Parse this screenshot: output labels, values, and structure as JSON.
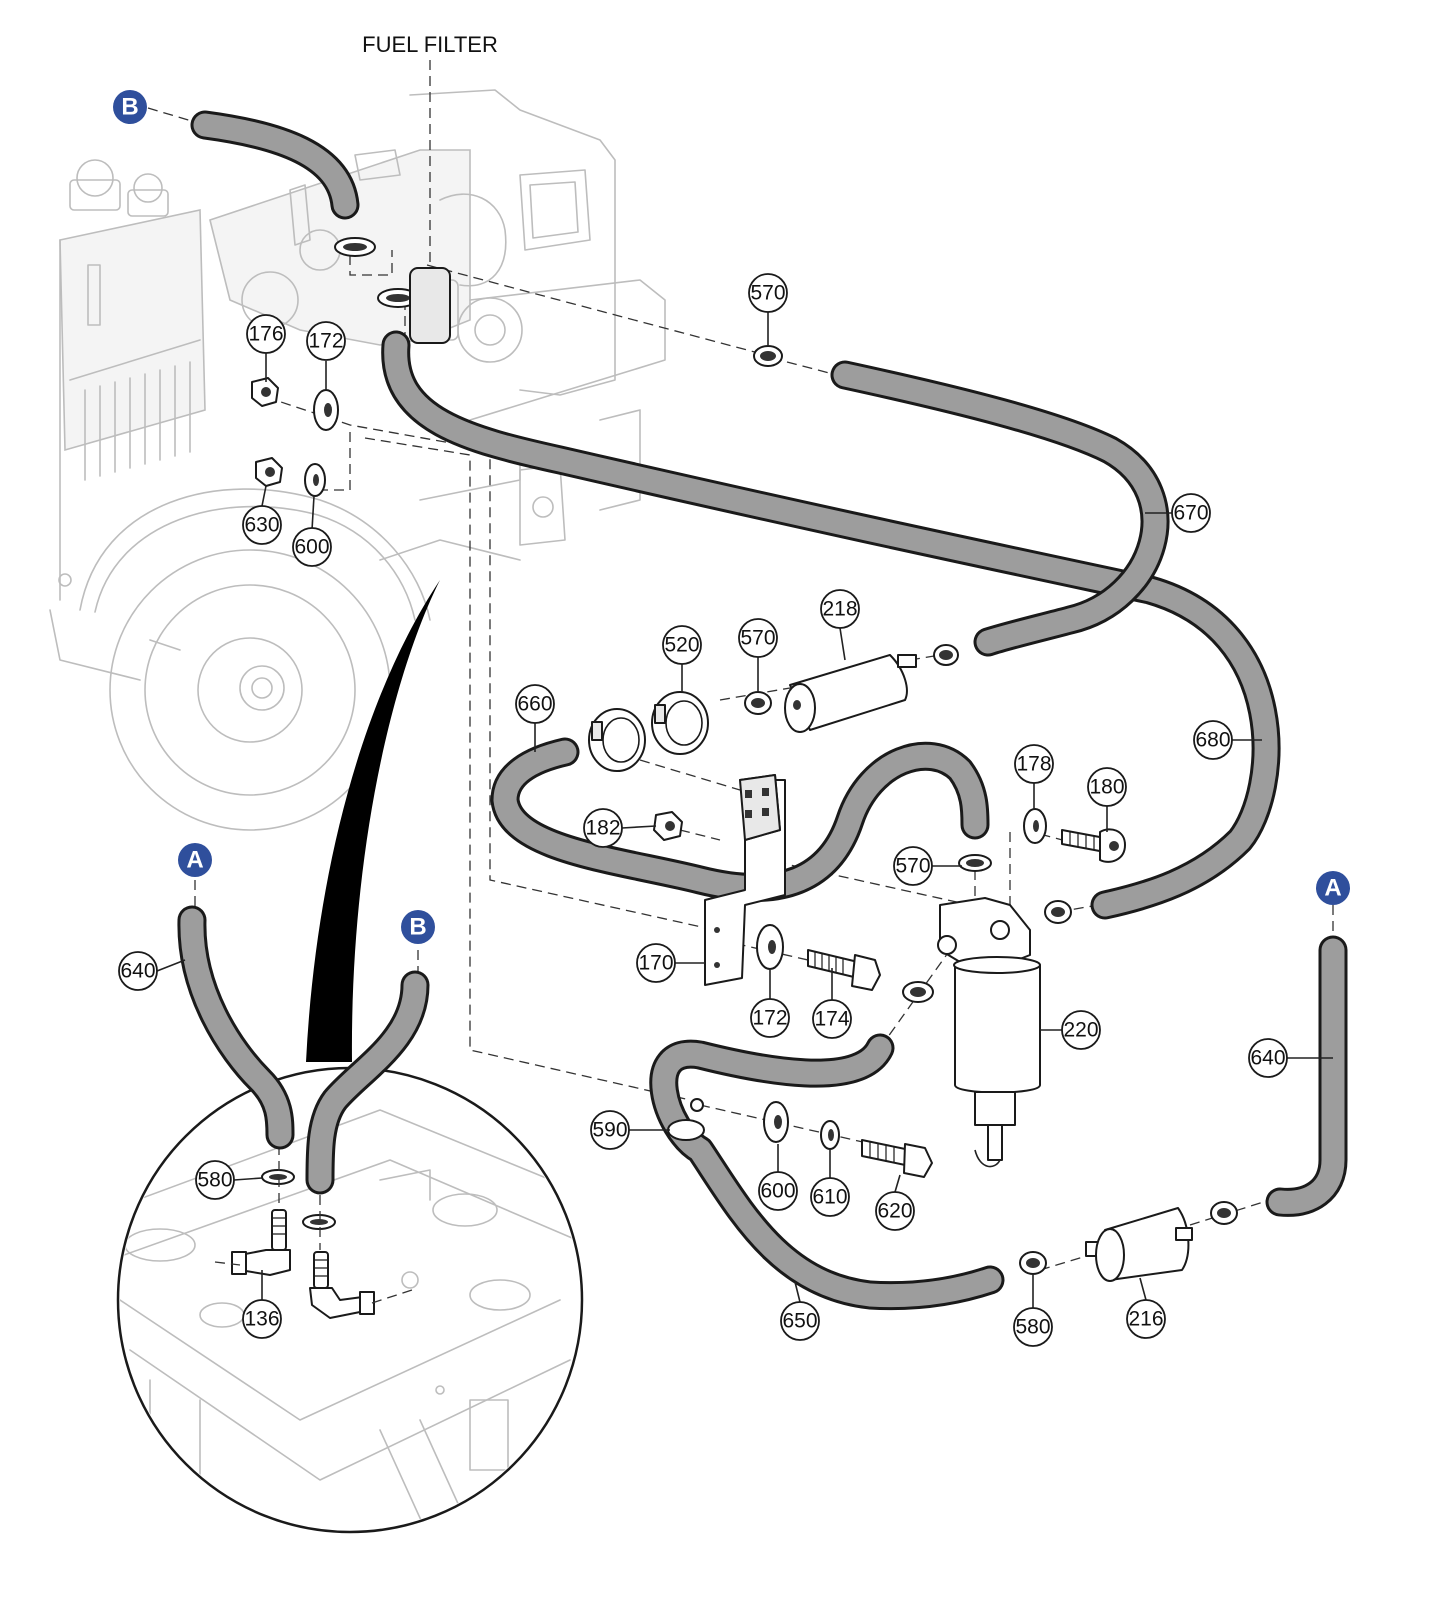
{
  "title": "FUEL FILTER",
  "references": {
    "a": "A",
    "b": "B"
  },
  "callouts": {
    "p570a": "570",
    "p176": "176",
    "p172a": "172",
    "p630": "630",
    "p600a": "600",
    "p670": "670",
    "p218": "218",
    "p520": "520",
    "p570b": "570",
    "p660": "660",
    "p680": "680",
    "p178": "178",
    "p180": "180",
    "p182": "182",
    "p570c": "570",
    "p170": "170",
    "p172b": "172",
    "p174": "174",
    "p220": "220",
    "p640a": "640",
    "p640b": "640",
    "p590": "590",
    "p600b": "600",
    "p610": "610",
    "p620": "620",
    "p580a": "580",
    "p136": "136",
    "p650": "650",
    "p580b": "580",
    "p216": "216"
  }
}
